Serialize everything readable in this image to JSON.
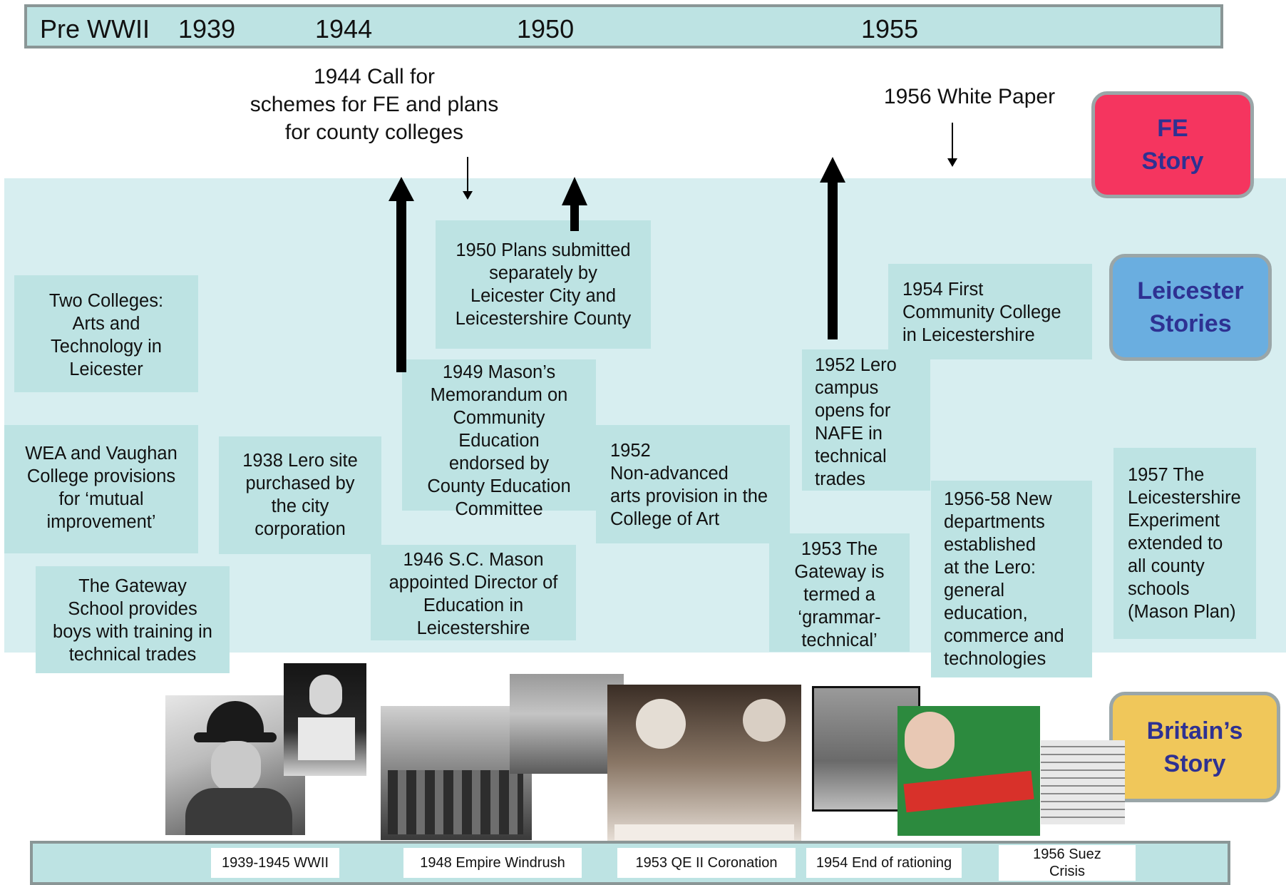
{
  "timeline": {
    "years": [
      "Pre WWII",
      "1939",
      "1944",
      "1950",
      "1955"
    ]
  },
  "notes": {
    "call_1944": "1944 Call for\nschemes for FE and plans\nfor county colleges",
    "white_paper_1956": "1956 White Paper"
  },
  "side_labels": {
    "fe": "FE\nStory",
    "leicester": "Leicester\nStories",
    "britain": "Britain’s\nStory"
  },
  "boxes": {
    "two_colleges": "Two Colleges:\nArts and\nTechnology in\nLeicester",
    "wea": "WEA and  Vaughan\nCollege provisions\nfor  ‘mutual\nimprovement’",
    "gateway_school": "The Gateway\nSchool provides\nboys with training in\ntechnical trades",
    "lero_1938": "1938 Lero site\npurchased by\nthe city\ncorporation",
    "mason_1946": "1946 S.C. Mason\nappointed Director of\nEducation in\nLeicestershire",
    "memo_1949": "1949 Mason’s\nMemorandum on\nCommunity\nEducation\nendorsed by\nCounty Education\nCommittee",
    "plans_1950": "1950 Plans submitted\n separately by\nLeicester City and\nLeicestershire County",
    "nonadv_1952": "1952\nNon-advanced\narts provision in the\n College of Art",
    "lero_1952": "1952 Lero\ncampus\nopens for\nNAFE in\ntechnical\ntrades",
    "gateway_1953": "1953 The\nGateway is\ntermed a\n‘grammar-\ntechnical’",
    "community_1954": "1954 First\nCommunity College\nin Leicestershire",
    "depts_1956": "1956-58 New\ndepartments\nestablished\nat the Lero:\ngeneral\neducation,\ncommerce and\ntechnologies",
    "experiment_1957": "1957 The\nLeicestershire\nExperiment\nextended to\nall county\nschools\n(Mason Plan)"
  },
  "events": [
    "1939-1945 WWII",
    "1948 Empire Windrush",
    "1953 QE II Coronation",
    "1954 End of rationing",
    "1956 Suez\nCrisis"
  ],
  "colors": {
    "bar": "#bde3e3",
    "band": "#d7eef0",
    "fe": "#f5355f",
    "leicester": "#6aaee0",
    "britain": "#f0c75a",
    "side_text": "#2e3192"
  }
}
